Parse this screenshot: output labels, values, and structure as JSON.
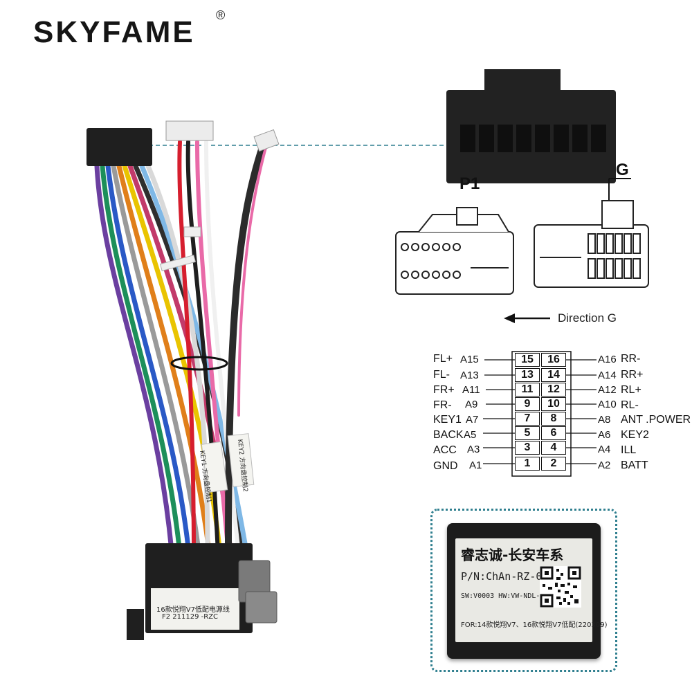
{
  "brand": {
    "name": "SKYFAME",
    "registered": "®"
  },
  "labels": {
    "p1": "P1",
    "g": "G",
    "direction": "Direction G"
  },
  "pinout": {
    "left": [
      {
        "name": "FL+",
        "code": "A15",
        "num": "15"
      },
      {
        "name": "FL-",
        "code": "A13",
        "num": "13"
      },
      {
        "name": "FR+",
        "code": "A11",
        "num": "11"
      },
      {
        "name": "FR-",
        "code": "A9",
        "num": "9"
      },
      {
        "name": "KEY1",
        "code": "A7",
        "num": "7"
      },
      {
        "name": "BACK",
        "code": "A5",
        "num": "5"
      },
      {
        "name": "ACC",
        "code": "A3",
        "num": "3"
      },
      {
        "name": "GND",
        "code": "A1",
        "num": "1"
      }
    ],
    "right": [
      {
        "num": "16",
        "code": "A16",
        "name": "RR-"
      },
      {
        "num": "14",
        "code": "A14",
        "name": "RR+"
      },
      {
        "num": "12",
        "code": "A12",
        "name": "RL+"
      },
      {
        "num": "10",
        "code": "A10",
        "name": "RL-"
      },
      {
        "num": "8",
        "code": "A8",
        "name": "ANT .POWER"
      },
      {
        "num": "6",
        "code": "A6",
        "name": "KEY2"
      },
      {
        "num": "4",
        "code": "A4",
        "name": "ILL"
      },
      {
        "num": "2",
        "code": "A2",
        "name": "BATT"
      }
    ]
  },
  "module": {
    "title": "睿志诚-长安车系",
    "pn": "P/N:ChAn-RZ-03",
    "sw": "SW:V0003  HW:VW-NDL-0305",
    "for": "FOR:14款悦翔V7、16款悦翔V7低配(220309)"
  },
  "harness_tags": {
    "tag1_line1": "KEY1",
    "tag1_line2": "方向盘控制1",
    "tag2_line1": "KEY2",
    "tag2_line2": "方向盘控制2",
    "sticker_line1": "16款悦翔V7低配电源线",
    "sticker_line2": "F2 211129   -RZC"
  },
  "colors": {
    "accent": "#2f7f8f",
    "connector": "#1f1f1f"
  }
}
